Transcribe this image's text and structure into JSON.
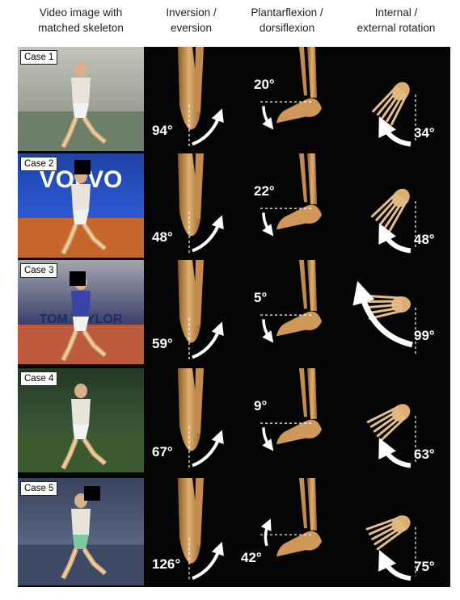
{
  "headers": {
    "col1": [
      "Video image with",
      "matched skeleton"
    ],
    "col2": [
      "Inversion /",
      "eversion"
    ],
    "col3": [
      "Plantarflexion /",
      "dorsiflexion"
    ],
    "col4": [
      "Internal /",
      "external rotation"
    ]
  },
  "cases": [
    {
      "label": "Case 1",
      "inversion": "94°",
      "plantar": "20°",
      "rotation": "34°",
      "bg": [
        "#c3c3bb",
        "#9a9f95"
      ],
      "court": "#6d7f68"
    },
    {
      "label": "Case 2",
      "inversion": "48°",
      "plantar": "22°",
      "rotation": "48°",
      "bg": [
        "#1f43a6",
        "#2d5bd4"
      ],
      "court": "#c5662d",
      "banner": "VOLVO"
    },
    {
      "label": "Case 3",
      "inversion": "59°",
      "plantar": "5°",
      "rotation": "99°",
      "bg": [
        "#a3a6ad",
        "#3b3f6b"
      ],
      "court": "#be5a3d",
      "banner": "TOM TAYLOR"
    },
    {
      "label": "Case 4",
      "inversion": "67°",
      "plantar": "9°",
      "rotation": "63°",
      "bg": [
        "#243a24",
        "#3c5838"
      ],
      "court": "#3d5a2f"
    },
    {
      "label": "Case 5",
      "inversion": "126°",
      "plantar": "42°",
      "rotation": "75°",
      "bg": [
        "#39445e",
        "#596582"
      ],
      "court": "#3f4a66"
    }
  ],
  "colors": {
    "bone": "#d9a45f",
    "bone_dark": "#9b6a33",
    "arrow": "#ffffff",
    "background": "#050505"
  }
}
